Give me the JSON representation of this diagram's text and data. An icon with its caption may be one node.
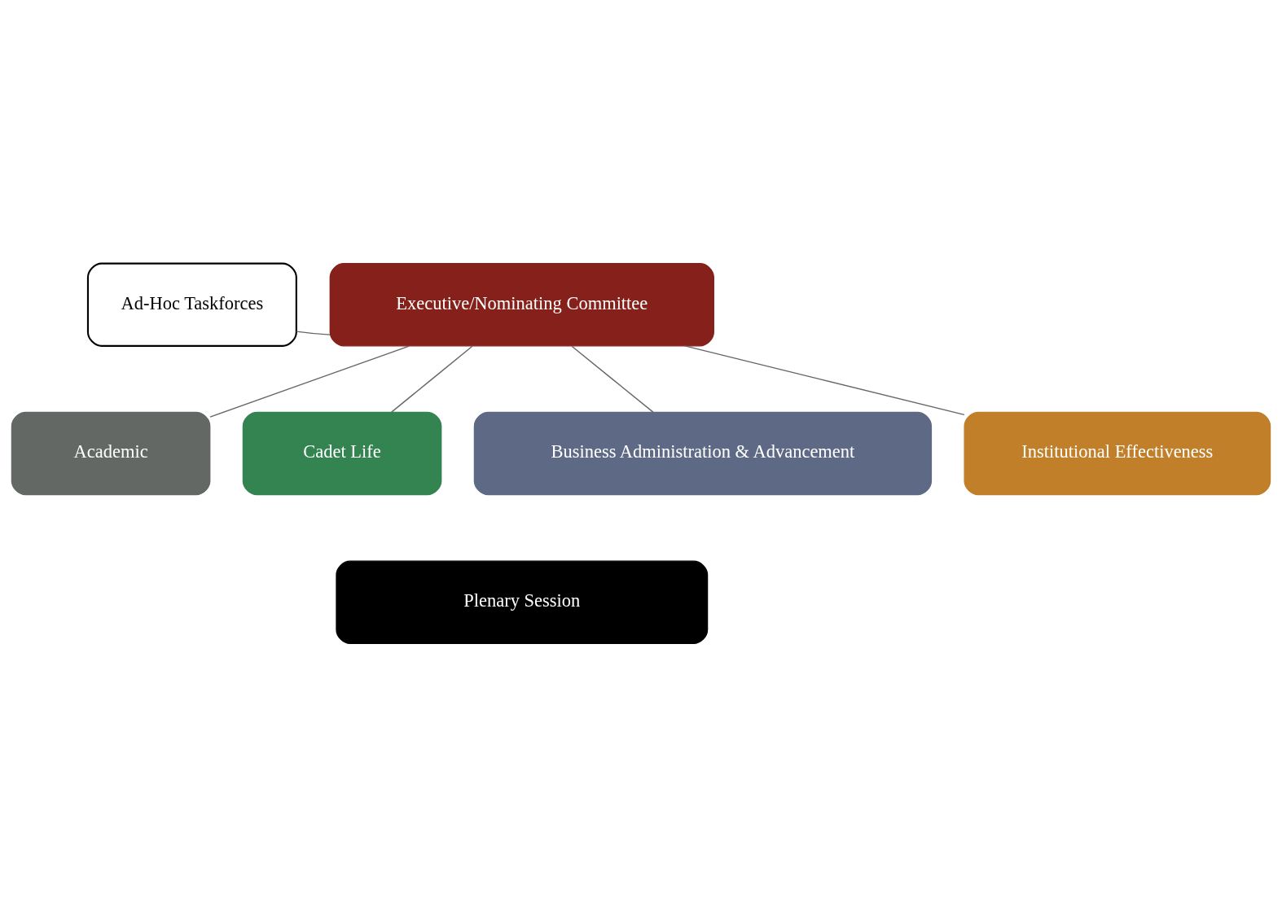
{
  "diagram": {
    "nodes": [
      {
        "text": [
          "Executive/Nominating Committee"
        ]
      },
      {
        "text": [
          "Ad-Hoc Taskforces"
        ]
      },
      {
        "text": [
          "Academic"
        ]
      },
      {
        "text": [
          "Cadet Life"
        ]
      },
      {
        "text": [
          "Business Administration & Advancement"
        ]
      },
      {
        "text": [
          "Institutional Effectiveness"
        ]
      },
      {
        "text": [
          "Plenary Session"
        ]
      }
    ],
    "edges": [
      {
        "from": 1,
        "to": 0,
        "arrow": "none"
      },
      {
        "from": 0,
        "to": 2,
        "arrow": "none"
      },
      {
        "from": 0,
        "to": 3,
        "arrow": "none"
      },
      {
        "from": 0,
        "to": 4,
        "arrow": "none"
      },
      {
        "from": 0,
        "to": 5,
        "arrow": "none"
      }
    ]
  }
}
